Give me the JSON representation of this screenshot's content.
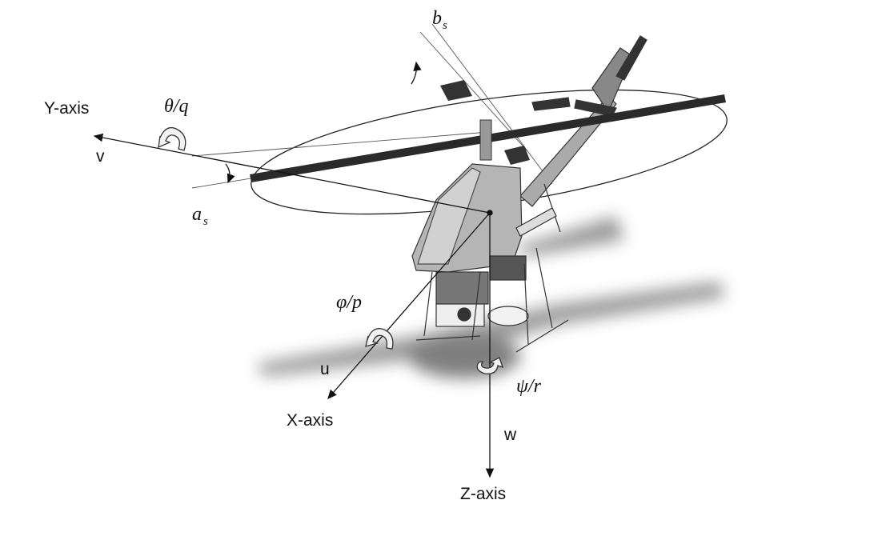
{
  "diagram": {
    "axes": {
      "x": {
        "label": "X-axis",
        "velocity": "u",
        "rotation": "φ/p"
      },
      "y": {
        "label": "Y-axis",
        "velocity": "v",
        "rotation": "θ/q"
      },
      "z": {
        "label": "Z-axis",
        "velocity": "w",
        "rotation": "ψ/r"
      }
    },
    "flapping": {
      "lateral": {
        "symbol": "a",
        "subscript": "s"
      },
      "longitudinal": {
        "symbol": "b",
        "subscript": "s"
      }
    },
    "colors": {
      "line": "#111111",
      "blade": "#2a2a2a",
      "body": "#9a9a9a",
      "shadow": "#8a8a8a"
    }
  }
}
